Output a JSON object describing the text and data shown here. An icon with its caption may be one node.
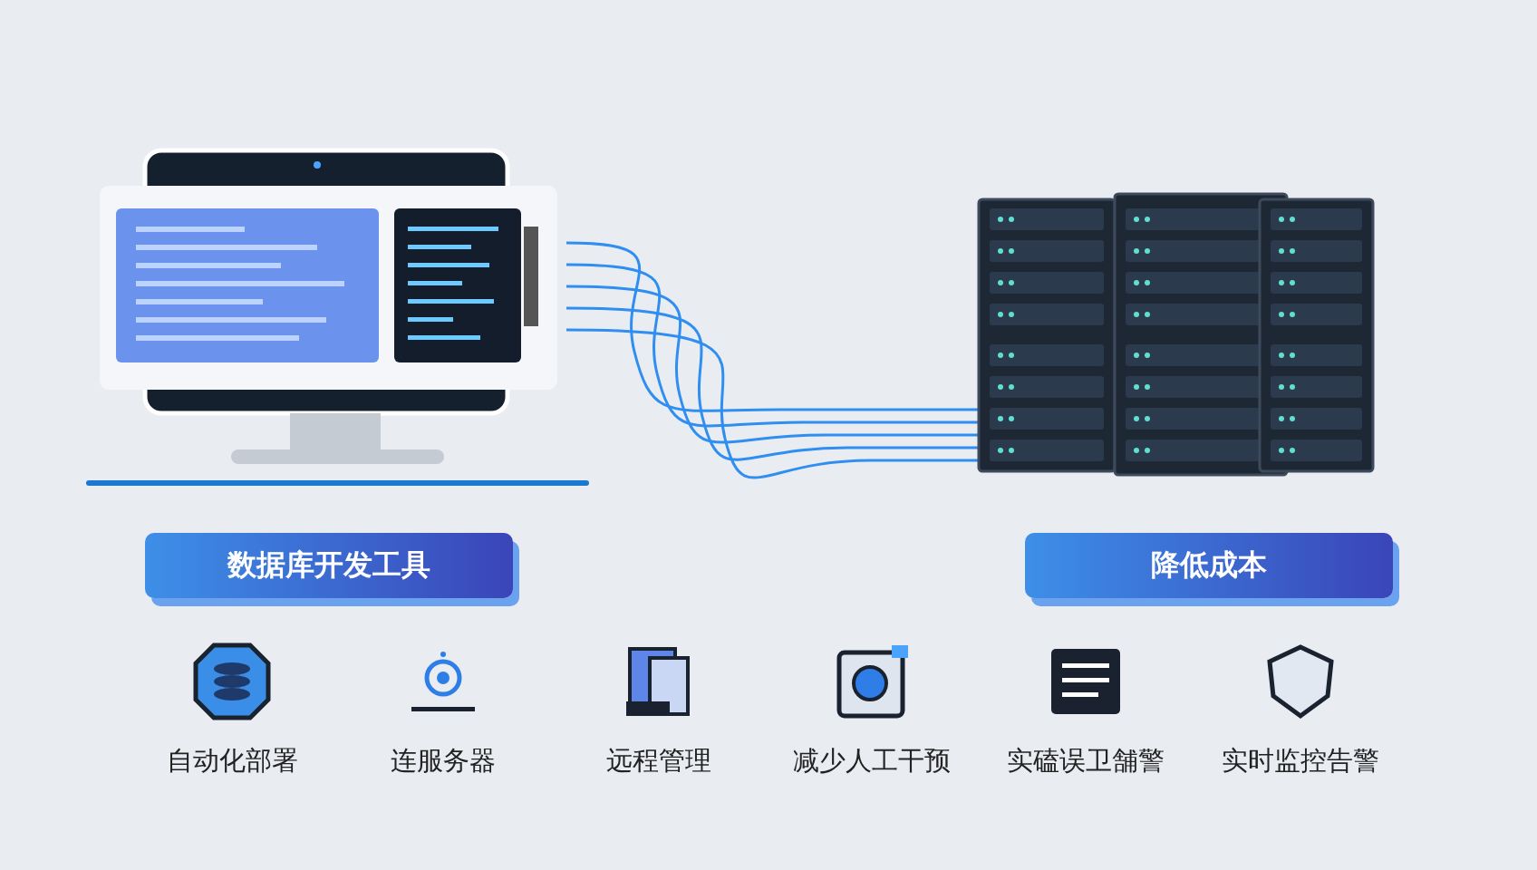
{
  "diagram": {
    "nodes": [
      {
        "text": [],
        "shape": "picture"
      },
      {
        "text": [],
        "shape": "picture"
      },
      {
        "text": [
          "数据库开发工具"
        ]
      },
      {
        "text": [
          "降低成本"
        ]
      }
    ],
    "edges": [
      {
        "from": 0,
        "to": 1,
        "arrow": "none"
      },
      {
        "from": 0,
        "to": 1,
        "arrow": "none"
      },
      {
        "from": 0,
        "to": 1,
        "arrow": "none"
      },
      {
        "from": 0,
        "to": 1,
        "arrow": "none"
      },
      {
        "from": 0,
        "to": 1,
        "arrow": "none"
      }
    ],
    "labels": [
      "自动化部署",
      "连服务器",
      "远程管理",
      "减少人工干预",
      "实磕误卫舗警",
      "实时监控告警"
    ]
  }
}
